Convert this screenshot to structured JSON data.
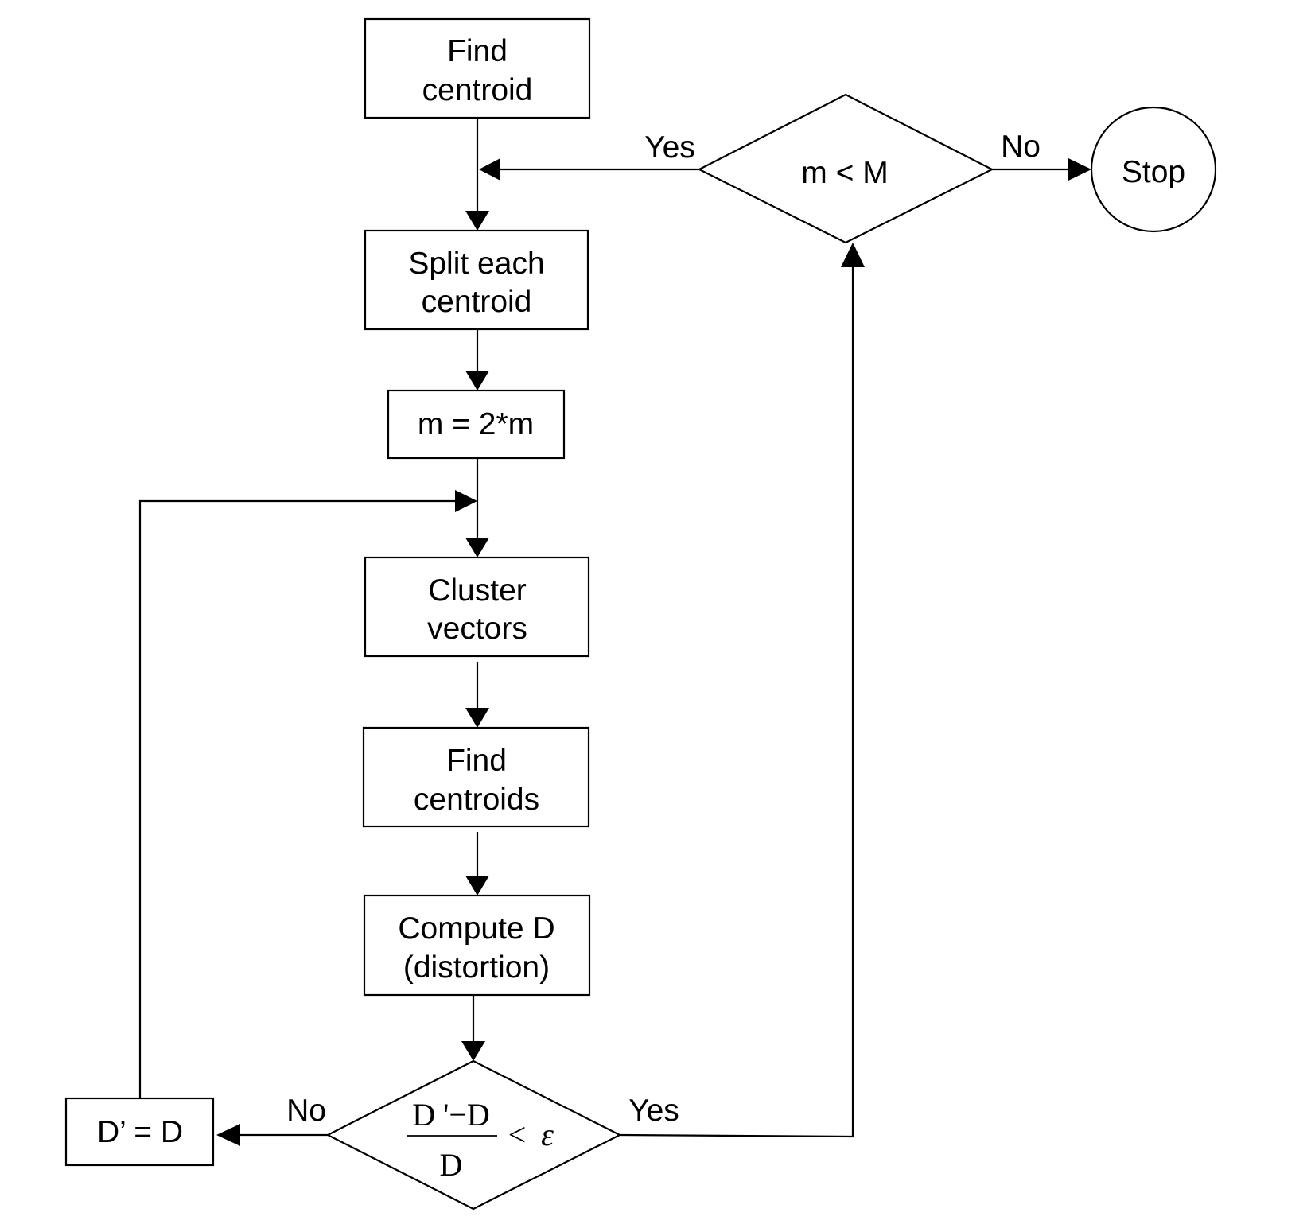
{
  "nodes": {
    "find_centroid": [
      "Find",
      "centroid"
    ],
    "split_each_centroid": [
      "Split each",
      "centroid"
    ],
    "m_double": "m = 2*m",
    "cluster_vectors": [
      "Cluster",
      "vectors"
    ],
    "find_centroids": [
      "Find",
      "centroids"
    ],
    "compute_d": [
      "Compute D",
      "(distortion)"
    ],
    "d_prime_assign": "D’ = D",
    "decision_mM": "m < M",
    "stop": "Stop",
    "decision_convergence": {
      "numerator": "D '−D",
      "denominator": "D",
      "relation": "<",
      "epsilon": "ε"
    }
  },
  "edge_labels": {
    "mM_yes": "Yes",
    "mM_no": "No",
    "conv_no": "No",
    "conv_yes": "Yes"
  }
}
